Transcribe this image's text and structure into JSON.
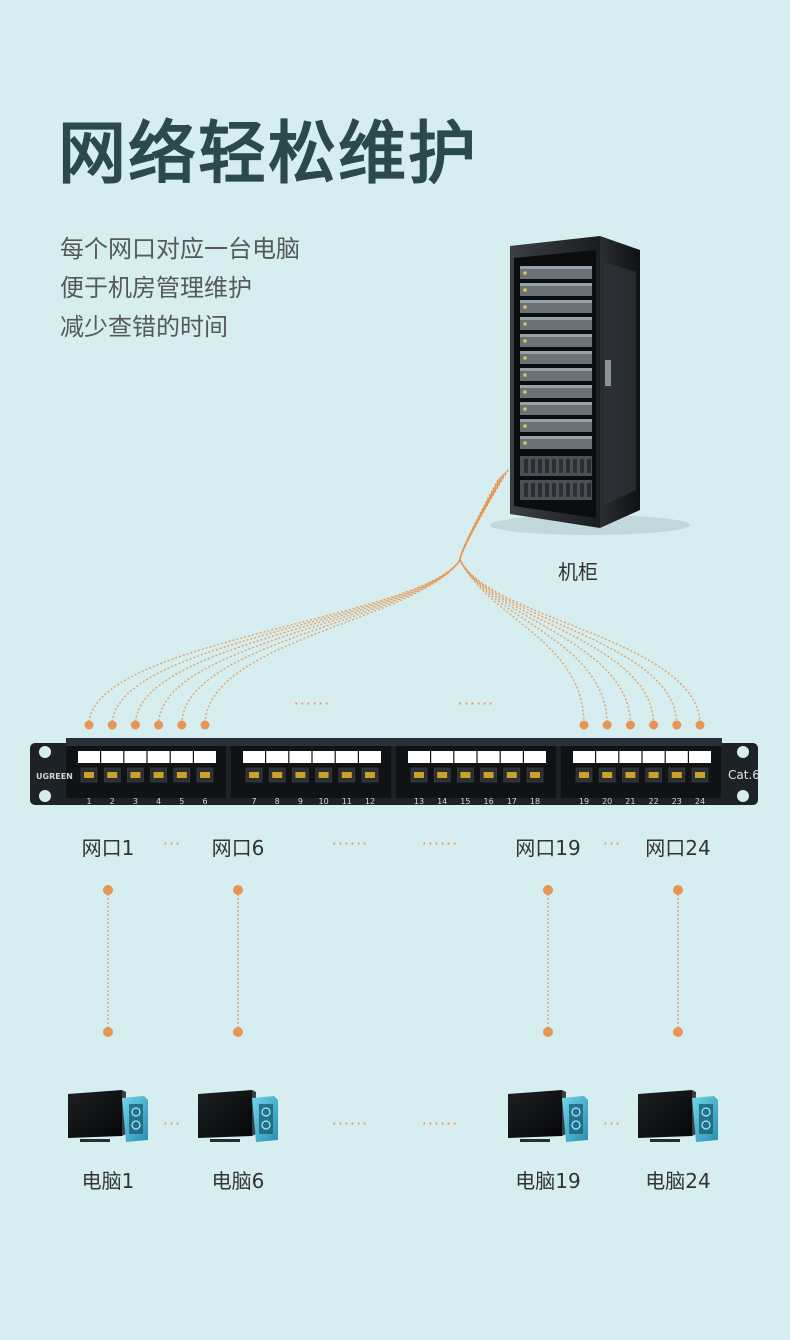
{
  "title": "网络轻松维护",
  "subtitle_lines": [
    "每个网口对应一台电脑",
    "便于机房管理维护",
    "减少查错的时间"
  ],
  "cabinet_label": "机柜",
  "panel": {
    "brand": "UGREEN",
    "spec": "Cat.6",
    "port_numbers": [
      "1",
      "2",
      "3",
      "4",
      "5",
      "6",
      "7",
      "8",
      "9",
      "10",
      "11",
      "12",
      "13",
      "14",
      "15",
      "16",
      "17",
      "18",
      "19",
      "20",
      "21",
      "22",
      "23",
      "24"
    ]
  },
  "port_labels": [
    "网口1",
    "网口6",
    "网口19",
    "网口24"
  ],
  "computer_labels": [
    "电脑1",
    "电脑6",
    "电脑19",
    "电脑24"
  ],
  "ellipsis_short": "···",
  "ellipsis_long": "······",
  "colors": {
    "background": "#d6eef0",
    "title": "#2b4a4d",
    "accent": "#e79552",
    "panel": "#1d2226"
  }
}
